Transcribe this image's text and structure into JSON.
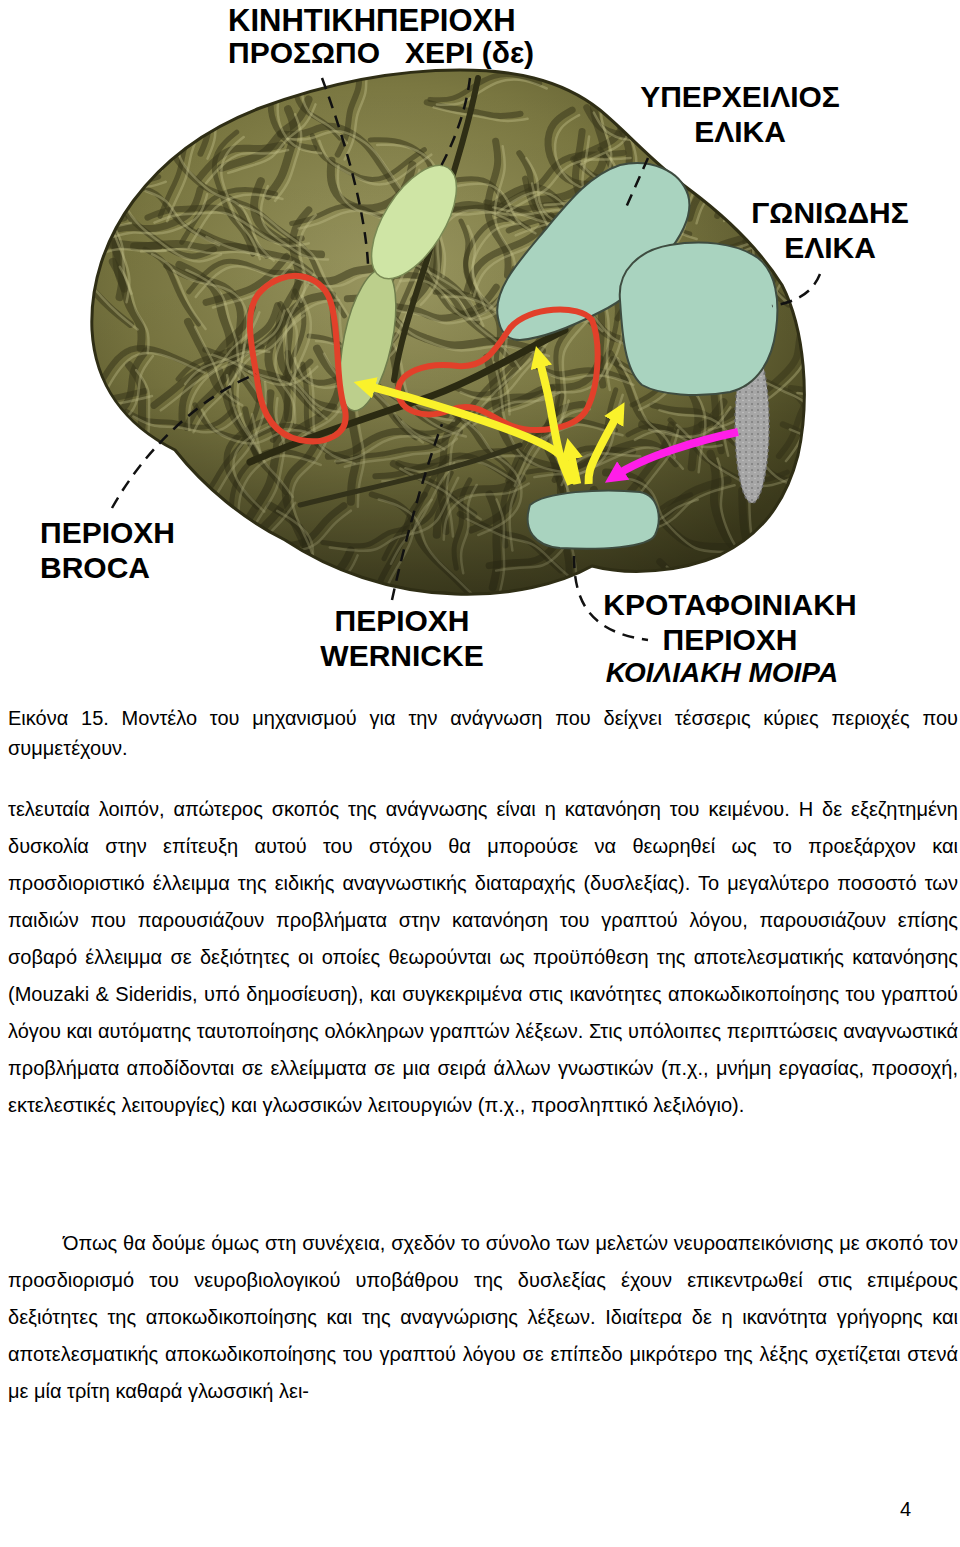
{
  "diagram": {
    "caption": "Εικόνα 15. Μοντέλο του μηχανισμού για την ανάγνωση που δείχνει τέσσερις κύριες περιοχές που συμμετέχουν.",
    "nodes": [
      {
        "text": [
          "ΠΡΟΣΩΠΟ"
        ]
      },
      {
        "text": [
          "ΧΕΡΙ (δε)"
        ]
      },
      {
        "text": [
          "ΥΠΕΡΧΕΙΛΙΟΣ ΕΛΙΚΑ"
        ]
      },
      {
        "text": [
          "ΓΩΝΙΩΔΗΣ ΕΛΙΚΑ"
        ]
      },
      {
        "text": [
          "ΠΕΡΙΟΧΗ BROCA"
        ]
      },
      {
        "text": [
          "ΠΕΡΙΟΧΗ WERNICKE"
        ]
      },
      {
        "text": [
          "ΚΡΟΤΑΦΟΙΝΙΑΚΗ ΠΕΡΙΟΧΗ",
          "ΚΟΙΛΙΑΚΗ ΜΟΙΡΑ"
        ]
      }
    ],
    "edges": [
      {
        "from": 6,
        "to": 4,
        "arrow": "to"
      },
      {
        "from": 6,
        "to": 5,
        "arrow": "to"
      },
      {
        "from": 6,
        "to": 2,
        "arrow": "to"
      },
      {
        "from": 6,
        "to": 3,
        "arrow": "to"
      }
    ],
    "labels": [
      "ΚΙΝΗΤΙΚΗΠΕΡΙΟΧΗ",
      "τελευταία λοιπόν, απώτερος σκοπός της ανάγνωσης είναι η κατανόηση του κειμένου. Η δε εξεζητημένη δυσκολία στην επίτευξη αυτού του στόχου θα μπορούσε να θεωρηθεί ως το προεξάρχον και προσδιοριστικό έλλειμμα της ειδικής αναγνωστικής διαταραχής (δυσλεξίας). Το μεγαλύτερο ποσοστό των παιδιών που παρουσιάζουν προβλήματα στην κατανόηση του γραπτού λόγου, παρουσιάζουν επίσης σοβαρό έλλειμμα σε δεξιότητες οι οποίες θεωρούνται ως προϋπόθεση της αποτελεσματικής κατανόησης (Mouzaki & Sideridis, υπό δημοσίευση), και συγκεκριμένα στις ικανότητες αποκωδικοποίησης του γραπτού λόγου και αυτόματης ταυτοποίησης ολόκληρων γραπτών λέξεων. Στις υπόλοιπες περιπτώσεις αναγνωστικά προβλήματα αποδίδονται σε ελλείμματα σε μια σειρά άλλων γνωστικών (π.χ., μνήμη εργασίας, προσοχή, εκτελεστικές λειτουργίες) και γλωσσικών λειτουργιών (π.χ., προσληπτικό λεξιλόγιο).",
      "Όπως θα δούμε όμως στη συνέχεια, σχεδόν το σύνολο των μελετών νευροαπεικόνισης με σκοπό τον προσδιορισμό του νευροβιολογικού υποβάθρου της δυσλεξίας έχουν επικεντρωθεί στις επιμέρους δεξιότητες της αποκωδικοποίησης και της αναγνώρισης λέξεων. Ιδιαίτερα δε η ικανότητα γρήγορης και αποτελεσματικής αποκωδικοποίησης του γραπτού λόγου σε επίπεδο μικρότερο της λέξης σχετίζεται στενά με μία τρίτη καθαρά γλωσσική λει-",
      "4"
    ]
  }
}
